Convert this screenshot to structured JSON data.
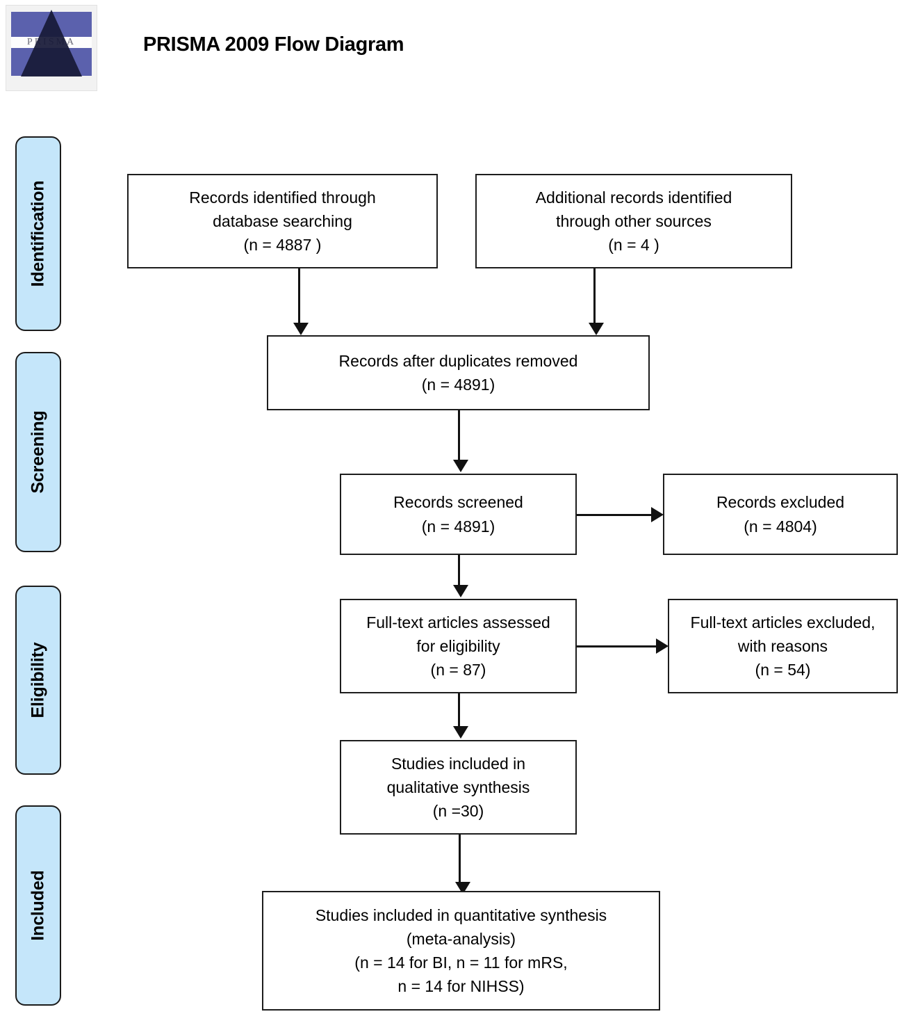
{
  "header": {
    "title": "PRISMA 2009 Flow Diagram",
    "logo_wordmark": "PRISMA"
  },
  "stages": [
    {
      "id": "identification",
      "label": "Identification"
    },
    {
      "id": "screening",
      "label": "Screening"
    },
    {
      "id": "eligibility",
      "label": "Eligibility"
    },
    {
      "id": "included",
      "label": "Included"
    }
  ],
  "chart_data": {
    "type": "diagram",
    "title": "PRISMA 2009 Flow Diagram",
    "nodes": [
      {
        "id": "db-search",
        "stage": "Identification",
        "label": "Records identified through\ndatabase searching\n(n = 4887 )",
        "n": 4887
      },
      {
        "id": "other-sources",
        "stage": "Identification",
        "label": "Additional records identified\nthrough other sources\n(n =  4 )",
        "n": 4
      },
      {
        "id": "duplicates-removed",
        "stage": "Screening",
        "label": "Records after duplicates removed\n(n = 4891)",
        "n": 4891
      },
      {
        "id": "records-screened",
        "stage": "Screening",
        "label": "Records screened\n(n = 4891)",
        "n": 4891
      },
      {
        "id": "records-excluded",
        "stage": "Screening",
        "label": "Records excluded\n(n = 4804)",
        "n": 4804
      },
      {
        "id": "fulltext-assessed",
        "stage": "Eligibility",
        "label": "Full-text articles assessed\nfor eligibility\n(n = 87)",
        "n": 87
      },
      {
        "id": "fulltext-excluded",
        "stage": "Eligibility",
        "label": "Full-text articles excluded,\nwith reasons\n(n = 54)",
        "n": 54
      },
      {
        "id": "qualitative-synthesis",
        "stage": "Included",
        "label": "Studies included in\nqualitative synthesis\n(n =30)",
        "n": 30
      },
      {
        "id": "quantitative-synthesis",
        "stage": "Included",
        "label": "Studies included in quantitative synthesis\n(meta-analysis)\n(n = 14 for BI, n = 11 for mRS,\nn = 14 for NIHSS)",
        "n_bi": 14,
        "n_mrs": 11,
        "n_nihss": 14
      }
    ],
    "edges": [
      {
        "from": "db-search",
        "to": "duplicates-removed"
      },
      {
        "from": "other-sources",
        "to": "duplicates-removed"
      },
      {
        "from": "duplicates-removed",
        "to": "records-screened"
      },
      {
        "from": "records-screened",
        "to": "records-excluded"
      },
      {
        "from": "records-screened",
        "to": "fulltext-assessed"
      },
      {
        "from": "fulltext-assessed",
        "to": "fulltext-excluded"
      },
      {
        "from": "fulltext-assessed",
        "to": "qualitative-synthesis"
      },
      {
        "from": "qualitative-synthesis",
        "to": "quantitative-synthesis"
      }
    ]
  },
  "boxes": {
    "db_search": {
      "line1": "Records identified through",
      "line2": "database searching",
      "line3": "(n = 4887 )"
    },
    "other_sources": {
      "line1": "Additional records identified",
      "line2": "through other sources",
      "line3": "(n =  4 )"
    },
    "duplicates_removed": {
      "line1": "Records after duplicates removed",
      "line2": "(n = 4891)"
    },
    "records_screened": {
      "line1": "Records screened",
      "line2": "(n = 4891)"
    },
    "records_excluded": {
      "line1": "Records excluded",
      "line2": "(n = 4804)"
    },
    "fulltext_assessed": {
      "line1": "Full-text articles assessed",
      "line2": "for eligibility",
      "line3": "(n = 87)"
    },
    "fulltext_excluded": {
      "line1": "Full-text articles excluded,",
      "line2": "with reasons",
      "line3": "(n = 54)"
    },
    "qualitative": {
      "line1": "Studies included in",
      "line2": "qualitative synthesis",
      "line3": "(n =30)"
    },
    "quantitative": {
      "line1": "Studies included in quantitative synthesis",
      "line2": "(meta-analysis)",
      "line3": "(n = 14 for BI, n = 11 for mRS,",
      "line4": "n = 14 for NIHSS)"
    }
  },
  "colors": {
    "stage_fill": "#c5e6fa",
    "stage_border": "#1b1b1b",
    "box_border": "#1d1d1d",
    "connector": "#111111",
    "logo_blue": "#5b61ad",
    "logo_triangle": "#181a38"
  }
}
